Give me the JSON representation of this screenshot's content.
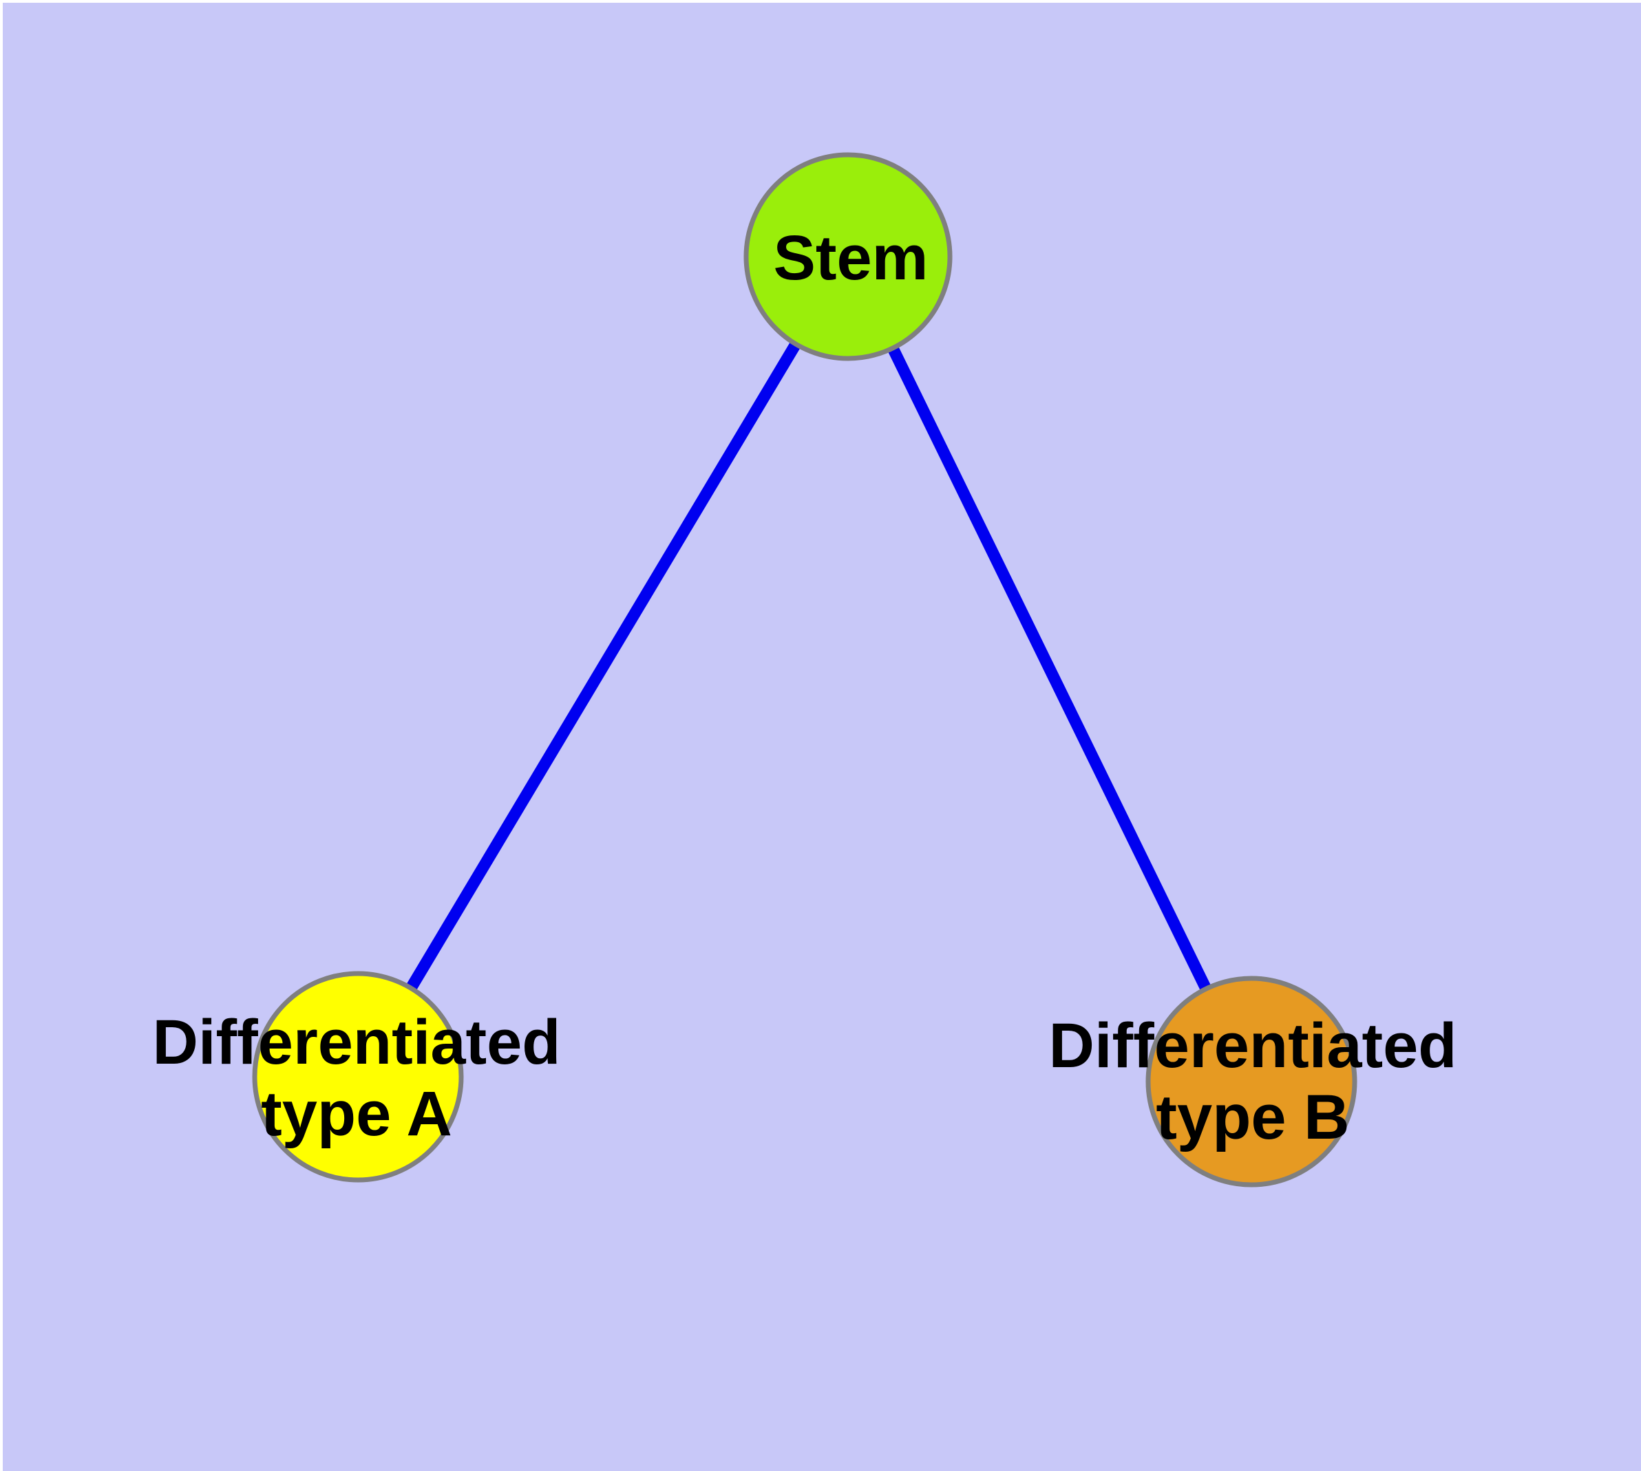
{
  "diagram": {
    "type": "node-link-graph",
    "background_color": "#c8c8f8",
    "page_margin_color": "#ffffff",
    "node_border_color": "#7f7f7f",
    "edge_color": "#0000f0",
    "nodes": {
      "stem": {
        "label": "Stem",
        "fill": "#9aee0b"
      },
      "type_a": {
        "label_line1": "Differentiated",
        "label_line2": "type A",
        "fill": "#ffff00"
      },
      "type_b": {
        "label_line1": "Differentiated",
        "label_line2": "type B",
        "fill": "#e69a22"
      }
    },
    "edges": [
      {
        "from": "Stem",
        "to": "Differentiated type A"
      },
      {
        "from": "Stem",
        "to": "Differentiated type B"
      }
    ]
  }
}
